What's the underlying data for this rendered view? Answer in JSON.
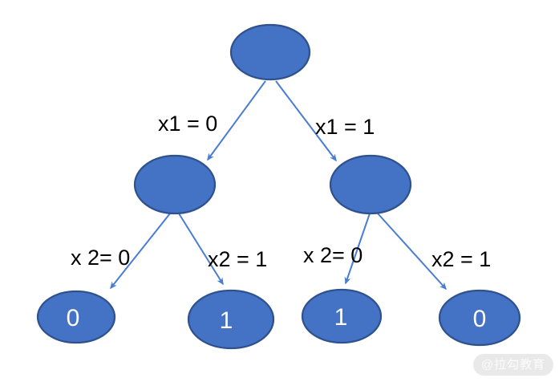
{
  "diagram": {
    "nodes": {
      "root": {
        "label": ""
      },
      "mid_left": {
        "label": ""
      },
      "mid_right": {
        "label": ""
      },
      "leaf_1": {
        "label": "0"
      },
      "leaf_2": {
        "label": "1"
      },
      "leaf_3": {
        "label": "1"
      },
      "leaf_4": {
        "label": "0"
      }
    },
    "edges": [
      {
        "from": "root",
        "to": "mid_left",
        "label": "x1 = 0"
      },
      {
        "from": "root",
        "to": "mid_right",
        "label": "x1 = 1"
      },
      {
        "from": "mid_left",
        "to": "leaf_1",
        "label": "x 2= 0"
      },
      {
        "from": "mid_left",
        "to": "leaf_2",
        "label": "x2 = 1"
      },
      {
        "from": "mid_right",
        "to": "leaf_3",
        "label": "x 2= 0"
      },
      {
        "from": "mid_right",
        "to": "leaf_4",
        "label": "x2 = 1"
      }
    ],
    "colors": {
      "node_fill": "#4472C4",
      "node_border": "#2F528F",
      "arrow": "#4A7CD6",
      "edge_label_text": "#000000",
      "leaf_label_text": "#FFFFFF",
      "watermark_bg": "#E9E9E9",
      "watermark_text_color": "#FBFBFB"
    },
    "watermark": {
      "text": "@拉勾教育"
    }
  }
}
